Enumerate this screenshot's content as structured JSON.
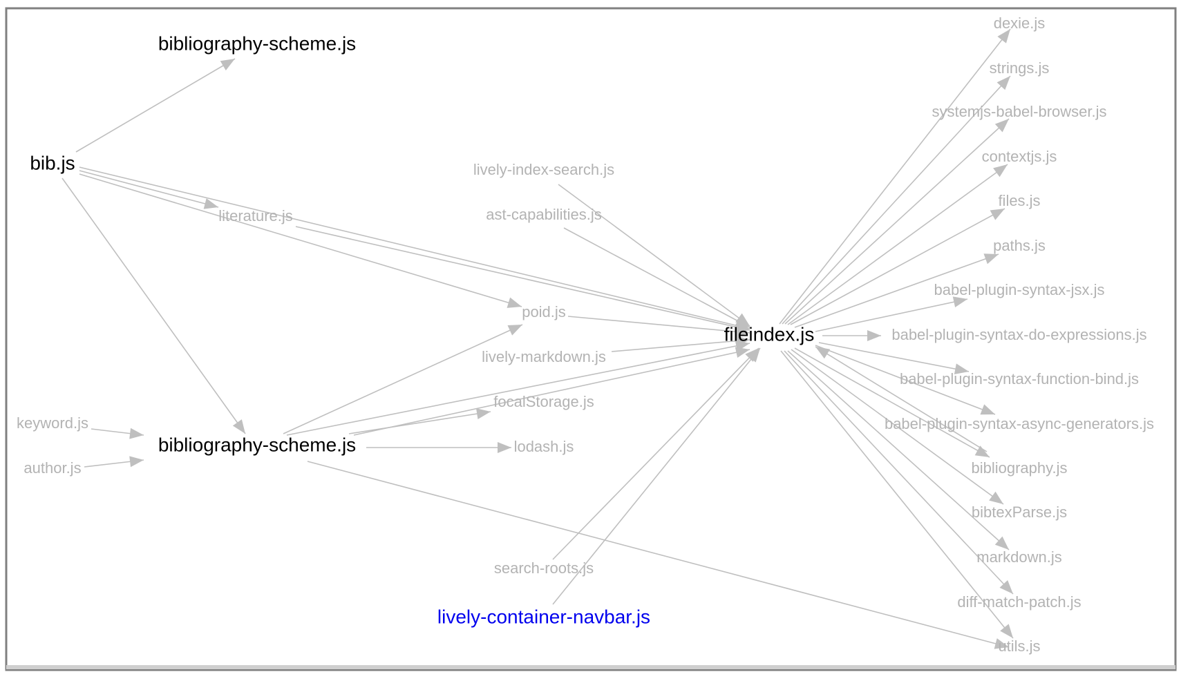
{
  "colors": {
    "edge": "#bfbfbf",
    "node_primary": "#000000",
    "node_secondary": "#b3b3b3",
    "node_link": "#0000ee",
    "frame_border": "#808080"
  },
  "nodes": {
    "bib_scheme_top": {
      "label": "bibliography-scheme.js",
      "style": "primary"
    },
    "bib": {
      "label": "bib.js",
      "style": "primary"
    },
    "literature": {
      "label": "literature.js",
      "style": "secondary"
    },
    "keyword": {
      "label": "keyword.js",
      "style": "secondary"
    },
    "author": {
      "label": "author.js",
      "style": "secondary"
    },
    "bib_scheme": {
      "label": "bibliography-scheme.js",
      "style": "primary"
    },
    "lively_index_search": {
      "label": "lively-index-search.js",
      "style": "secondary"
    },
    "ast_capabilities": {
      "label": "ast-capabilities.js",
      "style": "secondary"
    },
    "poid": {
      "label": "poid.js",
      "style": "secondary"
    },
    "lively_markdown": {
      "label": "lively-markdown.js",
      "style": "secondary"
    },
    "focal_storage": {
      "label": "focalStorage.js",
      "style": "secondary"
    },
    "lodash": {
      "label": "lodash.js",
      "style": "secondary"
    },
    "search_roots": {
      "label": "search-roots.js",
      "style": "secondary"
    },
    "navbar": {
      "label": "lively-container-navbar.js",
      "style": "link"
    },
    "fileindex": {
      "label": "fileindex.js",
      "style": "primary"
    },
    "dexie": {
      "label": "dexie.js",
      "style": "secondary"
    },
    "strings": {
      "label": "strings.js",
      "style": "secondary"
    },
    "systemjs": {
      "label": "systemjs-babel-browser.js",
      "style": "secondary"
    },
    "contextjs": {
      "label": "contextjs.js",
      "style": "secondary"
    },
    "files": {
      "label": "files.js",
      "style": "secondary"
    },
    "paths": {
      "label": "paths.js",
      "style": "secondary"
    },
    "jsx": {
      "label": "babel-plugin-syntax-jsx.js",
      "style": "secondary"
    },
    "do_expr": {
      "label": "babel-plugin-syntax-do-expressions.js",
      "style": "secondary"
    },
    "fn_bind": {
      "label": "babel-plugin-syntax-function-bind.js",
      "style": "secondary"
    },
    "async_gen": {
      "label": "babel-plugin-syntax-async-generators.js",
      "style": "secondary"
    },
    "bibliography": {
      "label": "bibliography.js",
      "style": "secondary"
    },
    "bibtex": {
      "label": "bibtexParse.js",
      "style": "secondary"
    },
    "markdown": {
      "label": "markdown.js",
      "style": "secondary"
    },
    "diff": {
      "label": "diff-match-patch.js",
      "style": "secondary"
    },
    "utils": {
      "label": "utils.js",
      "style": "secondary"
    }
  },
  "edges": [
    {
      "from": "bib",
      "to": "bib_scheme_top"
    },
    {
      "from": "bib",
      "to": "literature"
    },
    {
      "from": "bib",
      "to": "poid"
    },
    {
      "from": "bib",
      "to": "fileindex"
    },
    {
      "from": "bib",
      "to": "bib_scheme"
    },
    {
      "from": "literature",
      "to": "fileindex"
    },
    {
      "from": "keyword",
      "to": "bib_scheme"
    },
    {
      "from": "author",
      "to": "bib_scheme"
    },
    {
      "from": "bib_scheme",
      "to": "poid"
    },
    {
      "from": "bib_scheme",
      "to": "fileindex"
    },
    {
      "from": "bib_scheme",
      "to": "focal_storage"
    },
    {
      "from": "bib_scheme",
      "to": "lodash"
    },
    {
      "from": "bib_scheme",
      "to": "utils"
    },
    {
      "from": "lively_index_search",
      "to": "fileindex"
    },
    {
      "from": "ast_capabilities",
      "to": "fileindex"
    },
    {
      "from": "poid",
      "to": "fileindex"
    },
    {
      "from": "lively_markdown",
      "to": "fileindex"
    },
    {
      "from": "focal_storage",
      "to": "fileindex"
    },
    {
      "from": "search_roots",
      "to": "fileindex"
    },
    {
      "from": "navbar",
      "to": "fileindex"
    },
    {
      "from": "fileindex",
      "to": "dexie"
    },
    {
      "from": "fileindex",
      "to": "strings"
    },
    {
      "from": "fileindex",
      "to": "systemjs"
    },
    {
      "from": "fileindex",
      "to": "contextjs"
    },
    {
      "from": "fileindex",
      "to": "files"
    },
    {
      "from": "fileindex",
      "to": "paths"
    },
    {
      "from": "fileindex",
      "to": "jsx"
    },
    {
      "from": "fileindex",
      "to": "do_expr"
    },
    {
      "from": "fileindex",
      "to": "fn_bind"
    },
    {
      "from": "fileindex",
      "to": "async_gen"
    },
    {
      "from": "fileindex",
      "to": "bibliography"
    },
    {
      "from": "bibliography",
      "to": "fileindex"
    },
    {
      "from": "fileindex",
      "to": "bibtex"
    },
    {
      "from": "fileindex",
      "to": "markdown"
    },
    {
      "from": "fileindex",
      "to": "diff"
    },
    {
      "from": "fileindex",
      "to": "utils"
    }
  ]
}
